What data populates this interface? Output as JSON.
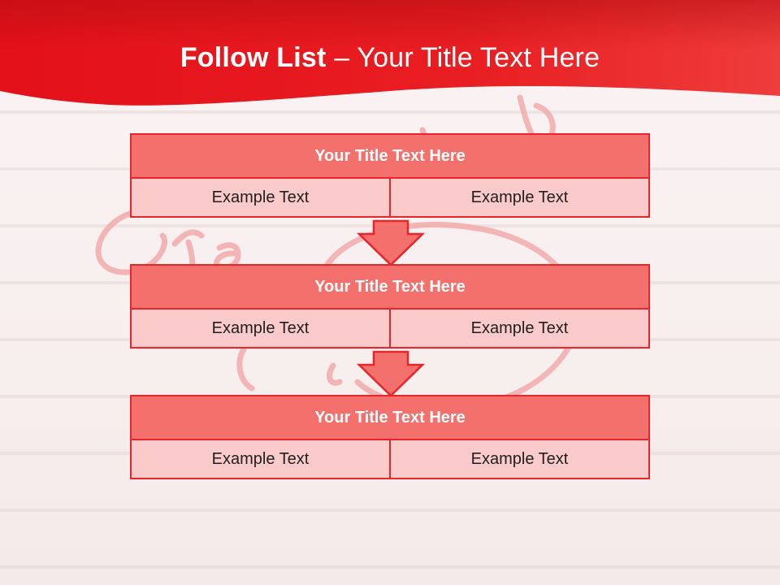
{
  "slide": {
    "title_strong": "Follow List",
    "title_rest": "– Your Title Text Here"
  },
  "blocks": [
    {
      "title": "Your Title Text Here",
      "left": "Example Text",
      "right": "Example Text"
    },
    {
      "title": "Your Title Text Here",
      "left": "Example Text",
      "right": "Example Text"
    },
    {
      "title": "Your Title Text Here",
      "left": "Example Text",
      "right": "Example Text"
    }
  ],
  "colors": {
    "header_red": "#e8262a",
    "block_title_fill": "#f4706c",
    "block_cell_fill": "#fbcaca",
    "border_red": "#e8262a"
  }
}
